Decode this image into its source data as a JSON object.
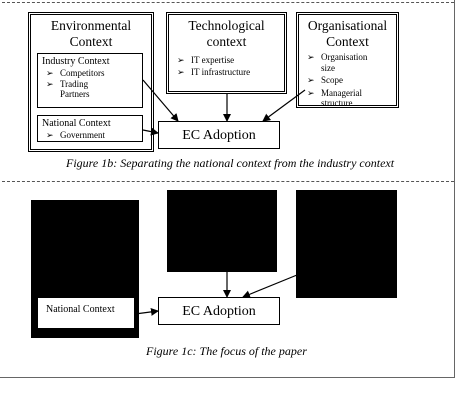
{
  "fig_b": {
    "environmental": {
      "title": "Environmental Context",
      "industry": {
        "title": "Industry Context",
        "items": [
          "Competitors",
          "Trading Partners"
        ]
      },
      "national": {
        "title": "National Context",
        "items": [
          "Government"
        ]
      }
    },
    "technological": {
      "title": "Technological context",
      "items": [
        "IT expertise",
        "IT infrastructure"
      ]
    },
    "organisational": {
      "title": "Organisational Context",
      "items": [
        "Organisation size",
        "Scope",
        "Managerial structure"
      ]
    },
    "ec": "EC Adoption",
    "caption": "Figure 1b: Separating the national context from the industry context"
  },
  "fig_c": {
    "national": "National Context",
    "ec": "EC Adoption",
    "caption": "Figure 1c: The focus of the paper"
  },
  "bullet_glyph": "➢"
}
